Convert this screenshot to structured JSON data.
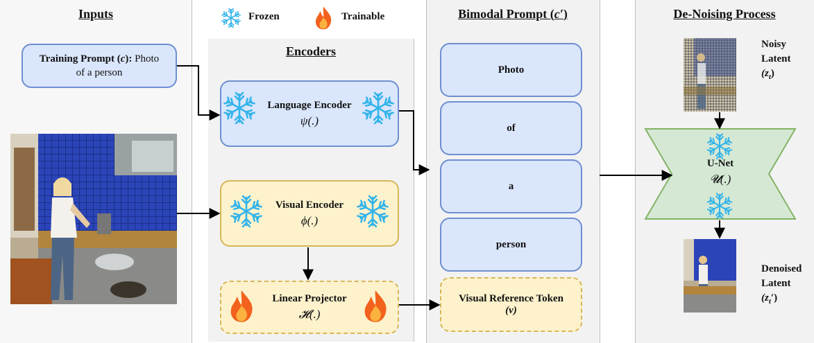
{
  "headers": {
    "inputs": "Inputs",
    "encoders": "Encoders",
    "bimodal_prefix": "Bimodal Prompt (",
    "bimodal_var": "c′",
    "bimodal_suffix": ")",
    "denoising": "De-Noising Process"
  },
  "legend": {
    "frozen": "Frozen",
    "trainable": "Trainable"
  },
  "training_prompt": {
    "label": "Training Prompt (",
    "var": "c",
    "label_end": "):",
    "text_line1": "Photo",
    "text_line2": "of a person"
  },
  "encoders": {
    "language": {
      "name": "Language Encoder",
      "symbol": "ψ(.)"
    },
    "visual": {
      "name": "Visual Encoder",
      "symbol": "ϕ(.)"
    },
    "projector": {
      "name": "Linear Projector",
      "symbol": "𝓗(.)"
    }
  },
  "tokens": [
    "Photo",
    "of",
    "a",
    "person"
  ],
  "visual_reference": {
    "label": "Visual Reference Token",
    "var": "(v)"
  },
  "unet": {
    "name": "U-Net",
    "symbol": "𝓤(.)"
  },
  "noisy": {
    "line1": "Noisy",
    "line2": "Latent",
    "var": "(z",
    "sub": "t",
    "end": ")"
  },
  "denoised": {
    "line1": "Denoised",
    "line2": "Latent",
    "var": "(z",
    "sub": "t",
    "end": "′)"
  },
  "colors": {
    "blue_fill": "#dae6fb",
    "blue_border": "#6d8fd1",
    "yellow_fill": "#fdf2cc",
    "yellow_border": "#d7b656",
    "green_fill": "#d5e8d4",
    "green_border": "#82b366",
    "snow": "#33b4ea",
    "flame_outer": "#f2621d",
    "flame_inner": "#fbb23f"
  }
}
